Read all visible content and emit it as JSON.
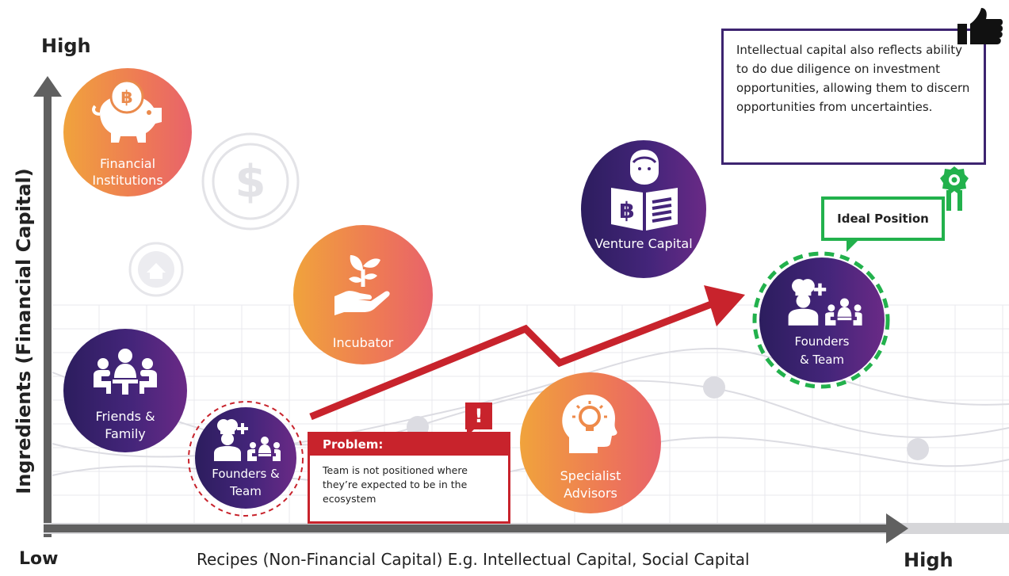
{
  "axes": {
    "y_high": "High",
    "y_label": "Ingredients (Financial Capital)",
    "x_low": "Low",
    "x_label": "Recipes (Non-Financial Capital) E.g. Intellectual Capital, Social Capital",
    "x_high": "High"
  },
  "nodes": {
    "financial_institutions": {
      "line1": "Financial",
      "line2": "Institutions",
      "icon": "piggy-bank-baht-icon"
    },
    "incubator": {
      "line1": "Incubator",
      "icon": "hand-plant-icon"
    },
    "friends_family": {
      "line1": "Friends &",
      "line2": "Family",
      "icon": "people-table-icon"
    },
    "founders_low": {
      "line1": "Founders &",
      "line2": "Team",
      "icon": "chef-plus-team-icon"
    },
    "specialist_advisors": {
      "line1": "Specialist",
      "line2": "Advisors",
      "icon": "head-lightbulb-icon"
    },
    "venture_capital": {
      "line1": "Venture Capital",
      "icon": "person-reading-baht-book-icon"
    },
    "founders_ideal": {
      "line1": "Founders",
      "line2": "& Team",
      "icon": "chef-plus-team-icon"
    }
  },
  "problem": {
    "title": "Problem:",
    "body": "Team is not positioned where they’re expected to be in the ecosystem",
    "icon": "exclamation-icon"
  },
  "intellectual_note": {
    "text": "Intellectual capital also reflects ability to do due diligence on investment opportunities, allowing them to discern opportunities from uncertainties.",
    "icon": "thumbs-up-icon"
  },
  "ideal": {
    "label": "Ideal Position",
    "icon": "award-ribbon-icon"
  },
  "colors": {
    "axis": "#606060",
    "arrow": "#c8232c",
    "ideal_green": "#22b14c",
    "note_purple": "#3d2470",
    "orange_start": "#f0a33c",
    "orange_end": "#e8636a",
    "purple_start": "#2c1d5e",
    "purple_end": "#6a2a86"
  }
}
